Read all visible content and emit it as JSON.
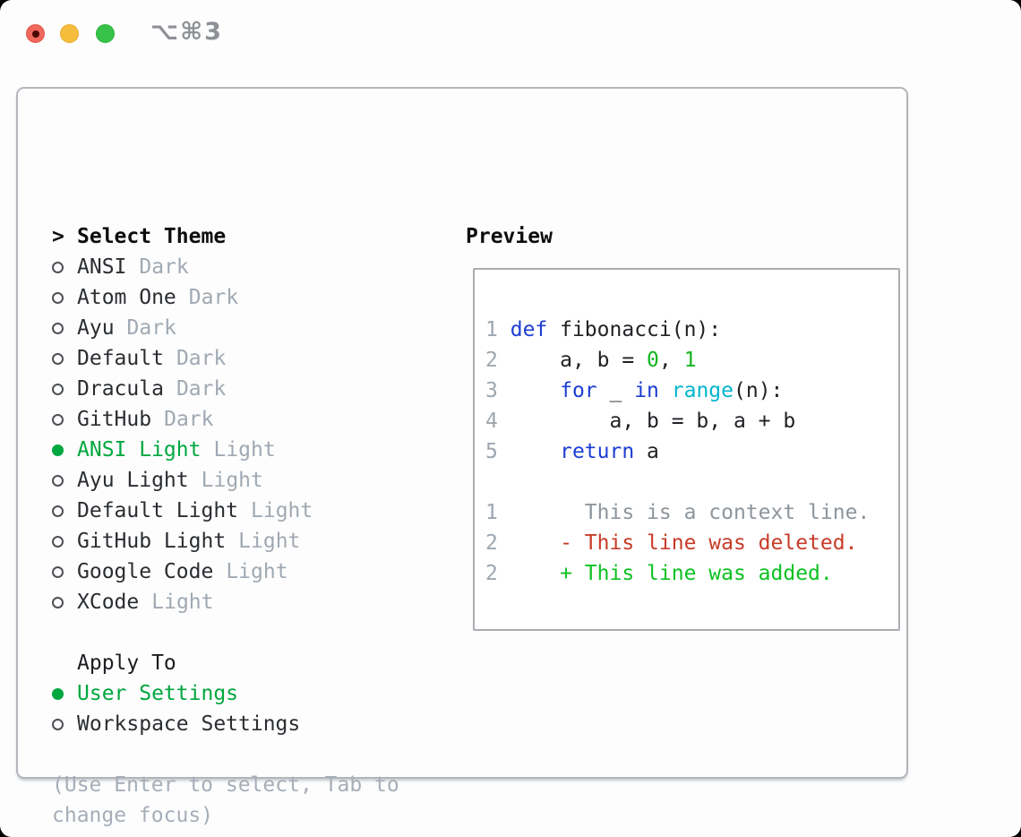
{
  "window": {
    "hotkey_label": "⌥⌘3",
    "traffic_lights": [
      "close-button",
      "minimize-button",
      "zoom-button"
    ]
  },
  "colors": {
    "selection_green": "#00a73f",
    "keyword_blue": "#1d3dd3",
    "builtin_cyan": "#00b5cd",
    "number_green": "#12b61c",
    "added_green": "#0dc122",
    "deleted_red": "#c83b28",
    "muted_gray": "#a0a9b3",
    "context_gray": "#8d959d",
    "line_number_gray": "#9da6b0",
    "text_dark": "#26282b",
    "traffic_red": "#f0685c",
    "traffic_yellow": "#f6bc3c",
    "traffic_green": "#37c24a"
  },
  "theme_selector": {
    "cursor": ">",
    "title": "Select Theme",
    "themes": [
      {
        "name": "ANSI",
        "variant": "Dark",
        "selected": false
      },
      {
        "name": "Atom One",
        "variant": "Dark",
        "selected": false
      },
      {
        "name": "Ayu",
        "variant": "Dark",
        "selected": false
      },
      {
        "name": "Default",
        "variant": "Dark",
        "selected": false
      },
      {
        "name": "Dracula",
        "variant": "Dark",
        "selected": false
      },
      {
        "name": "GitHub",
        "variant": "Dark",
        "selected": false
      },
      {
        "name": "ANSI Light",
        "variant": "Light",
        "selected": true
      },
      {
        "name": "Ayu Light",
        "variant": "Light",
        "selected": false
      },
      {
        "name": "Default Light",
        "variant": "Light",
        "selected": false
      },
      {
        "name": "GitHub Light",
        "variant": "Light",
        "selected": false
      },
      {
        "name": "Google Code",
        "variant": "Light",
        "selected": false
      },
      {
        "name": "XCode",
        "variant": "Light",
        "selected": false
      }
    ],
    "apply_to": {
      "title": "Apply To",
      "options": [
        {
          "label": "User Settings",
          "selected": true
        },
        {
          "label": "Workspace Settings",
          "selected": false
        }
      ]
    },
    "hint_lines": [
      "(Use Enter to select, Tab to",
      "change focus)"
    ]
  },
  "preview": {
    "title": "Preview",
    "lines": [
      {
        "segments": [
          [
            "ln",
            "1"
          ],
          [
            "plain",
            " "
          ],
          [
            "kw",
            "def"
          ],
          [
            "plain",
            " fibonacci(n):"
          ]
        ]
      },
      {
        "segments": [
          [
            "ln",
            "2"
          ],
          [
            "plain",
            "     a, b = "
          ],
          [
            "numlit",
            "0"
          ],
          [
            "plain",
            ", "
          ],
          [
            "numlit",
            "1"
          ]
        ]
      },
      {
        "segments": [
          [
            "ln",
            "3"
          ],
          [
            "plain",
            "     "
          ],
          [
            "kw",
            "for"
          ],
          [
            "plain",
            " _ "
          ],
          [
            "kw",
            "in"
          ],
          [
            "plain",
            " "
          ],
          [
            "builtin",
            "range"
          ],
          [
            "plain",
            "(n):"
          ]
        ]
      },
      {
        "segments": [
          [
            "ln",
            "4"
          ],
          [
            "plain",
            "         a, b = b, a + b"
          ]
        ]
      },
      {
        "segments": [
          [
            "ln",
            "5"
          ],
          [
            "plain",
            "     "
          ],
          [
            "kw",
            "return"
          ],
          [
            "plain",
            " a"
          ]
        ]
      },
      {
        "segments": []
      },
      {
        "segments": [
          [
            "ln",
            "1"
          ],
          [
            "ctx",
            "       This is a context line."
          ]
        ]
      },
      {
        "segments": [
          [
            "ln",
            "2"
          ],
          [
            "del",
            "     - This line was deleted."
          ]
        ]
      },
      {
        "segments": [
          [
            "ln",
            "2"
          ],
          [
            "add",
            "     + This line was added."
          ]
        ]
      }
    ]
  }
}
